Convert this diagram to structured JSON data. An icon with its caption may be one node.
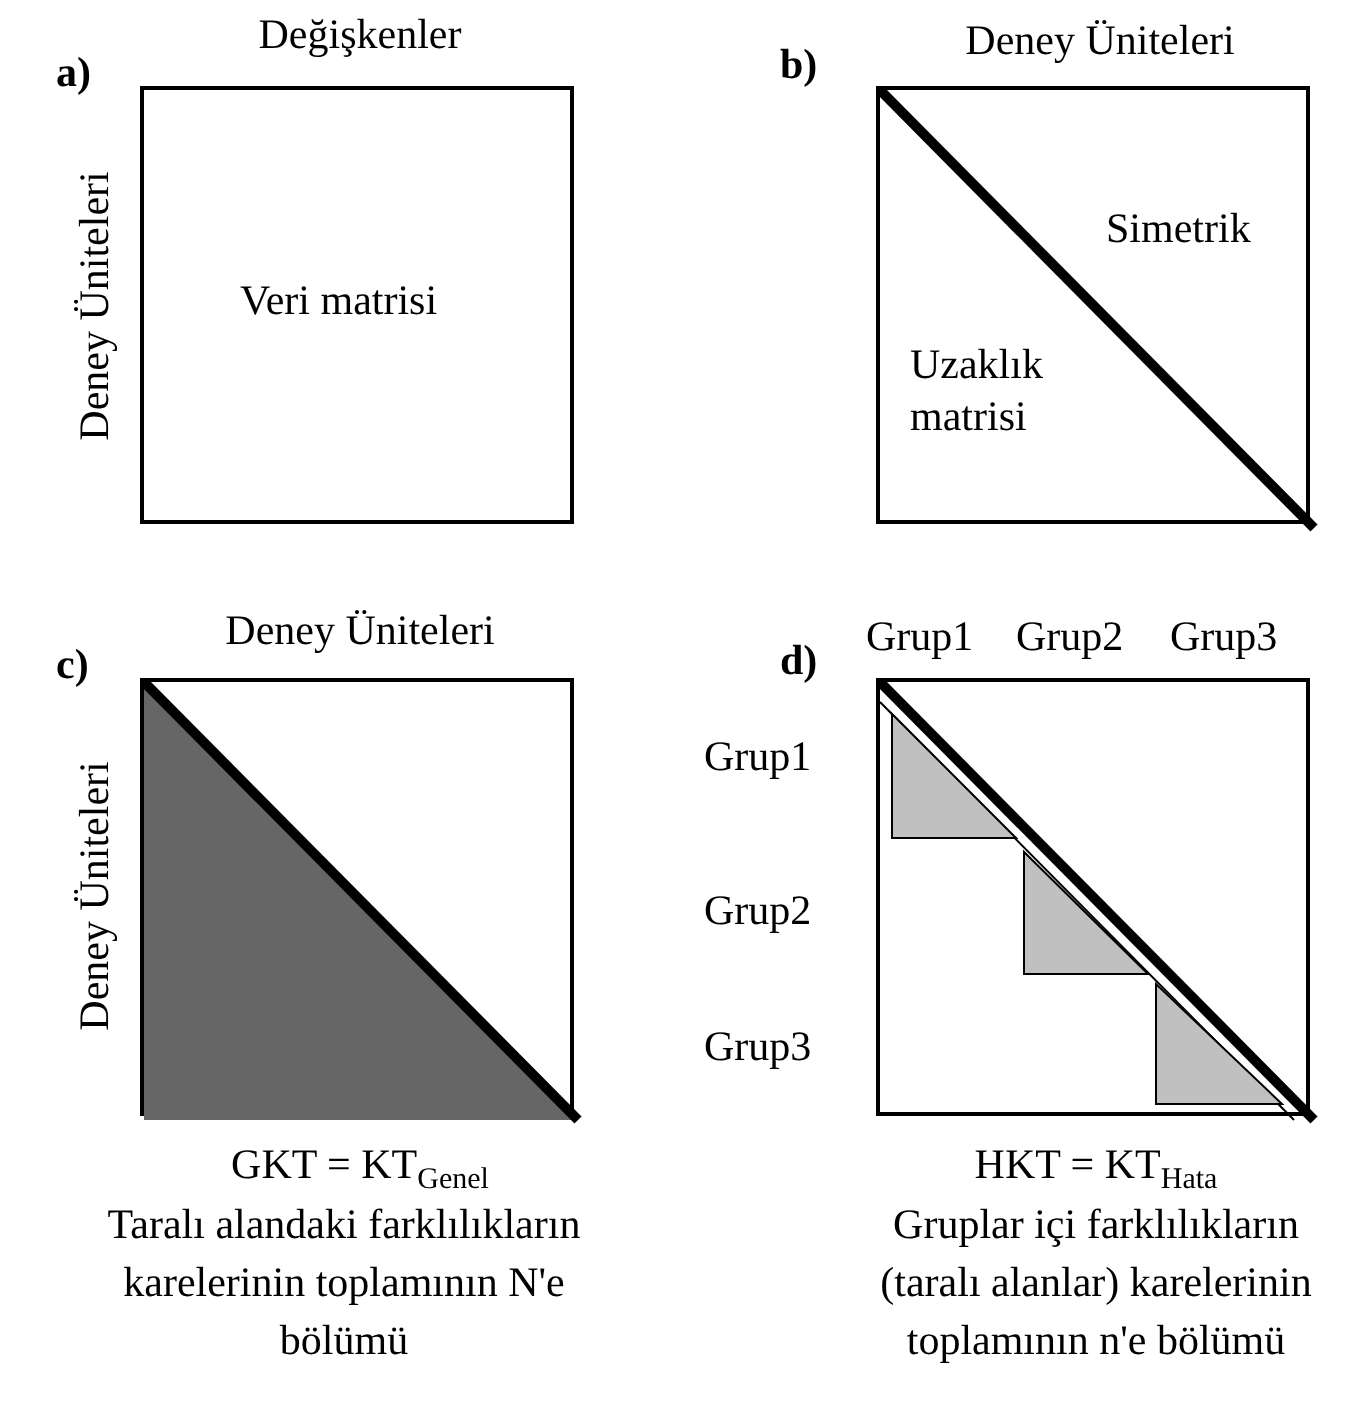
{
  "diagram": {
    "nodes": [
      {
        "text": [
          "Veri matrisi"
        ]
      },
      {
        "text": [
          "Simetrik",
          "Uzaklık matrisi"
        ]
      },
      {
        "text": [],
        "shape": "box"
      },
      {
        "text": [],
        "shape": "box"
      }
    ],
    "labels": [
      "a)",
      "Değişkenler",
      "b)",
      "Deney Üniteleri",
      "Deney Üniteleri",
      "c)",
      "Deney Üniteleri",
      "d)",
      "Grup1",
      "Grup2",
      "Grup3",
      "Deney Üniteleri",
      "Grup1",
      "Grup2",
      "Grup3",
      "GKT = KT$_{Genel}$",
      "Taralı alandaki farklılıkların karelerinin toplamının N'e bölümü",
      "HKT = KT$_{Hata}$",
      "Gruplar içi farklılıkların (taralı alanlar) karelerinin toplamının n'e bölümü"
    ]
  }
}
